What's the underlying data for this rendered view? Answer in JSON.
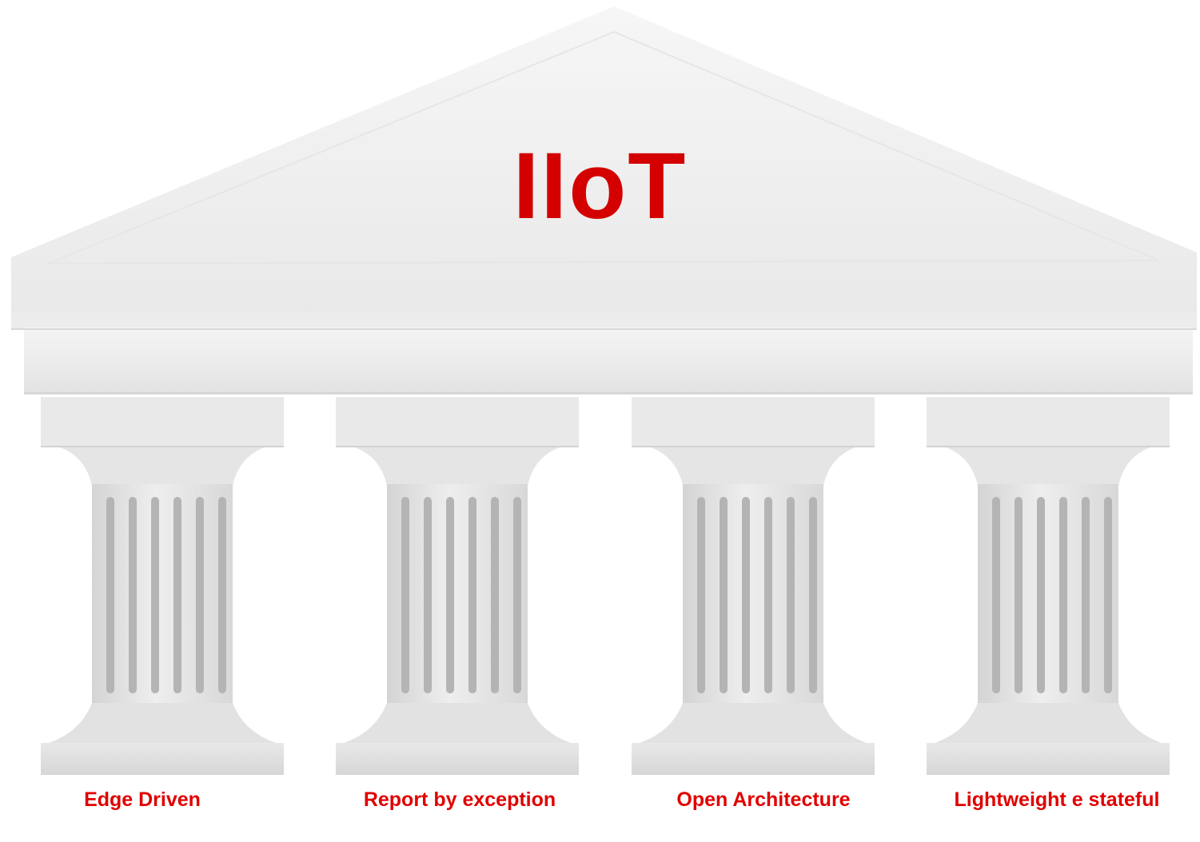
{
  "diagram": {
    "title": "IIoT",
    "pillars": [
      {
        "label": "Edge Driven"
      },
      {
        "label": "Report by exception"
      },
      {
        "label": "Open Architecture"
      },
      {
        "label": "Lightweight e stateful"
      }
    ],
    "colors": {
      "title": "#d40000",
      "labels": "#e00000",
      "stone_light": "#f2f2f2",
      "stone_mid": "#e3e3e3",
      "stone_dark": "#c9c9c9",
      "flute": "#a9a9a9"
    }
  }
}
